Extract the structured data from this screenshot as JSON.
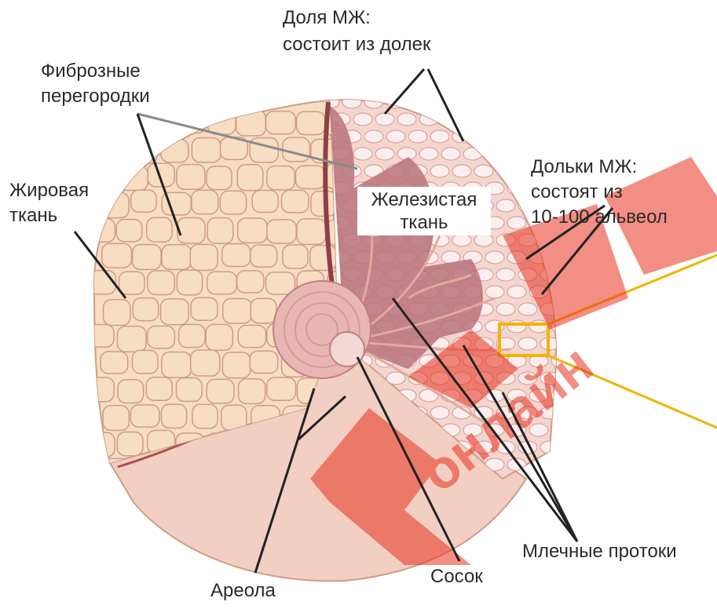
{
  "labels": {
    "lobe_l1": "Доля МЖ:",
    "lobe_l2": "состоит из долек",
    "fibrous_l1": "Фиброзные",
    "fibrous_l2": "перегородки",
    "fat_l1": "Жировая",
    "fat_l2": "ткань",
    "gland_l1": "Железистая",
    "gland_l2": "ткань",
    "lobules_l1": "Дольки МЖ:",
    "lobules_l2": "состоят из",
    "lobules_l3": "10-100 альвеол",
    "ducts": "Млечные протоки",
    "nipple": "Сосок",
    "areola": "Ареола"
  },
  "watermark": {
    "text": "онлайн",
    "color": "#e8321e"
  },
  "colors": {
    "fat": "#f7ddc2",
    "fat_outline": "#cf9b86",
    "gland": "#b9727a",
    "skin": "#f2cfc3",
    "highlight_box": "#f0b400",
    "leader": "#222222"
  }
}
